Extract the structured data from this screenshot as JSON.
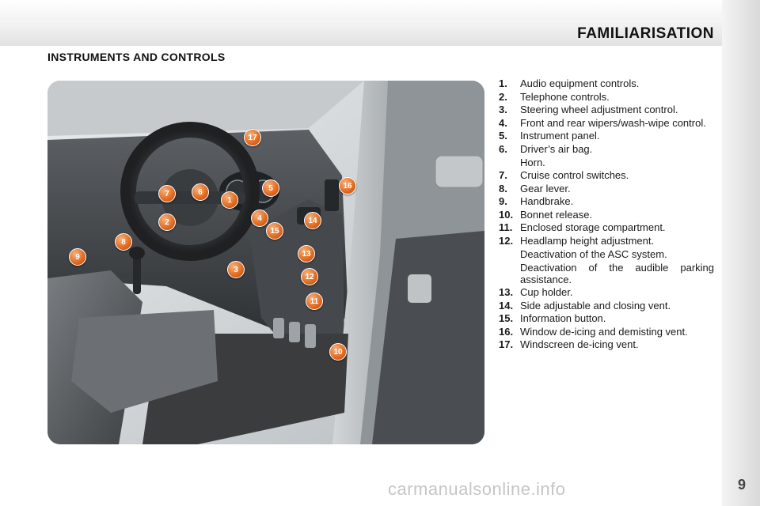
{
  "header": {
    "title": "FAMILIARISATION"
  },
  "section": {
    "title": "INSTRUMENTS AND CONTROLS"
  },
  "photo": {
    "markers": [
      {
        "label": "1"
      },
      {
        "label": "2"
      },
      {
        "label": "3"
      },
      {
        "label": "4"
      },
      {
        "label": "5"
      },
      {
        "label": "6"
      },
      {
        "label": "7"
      },
      {
        "label": "8"
      },
      {
        "label": "9"
      },
      {
        "label": "10"
      },
      {
        "label": "11"
      },
      {
        "label": "12"
      },
      {
        "label": "13"
      },
      {
        "label": "14"
      },
      {
        "label": "15"
      },
      {
        "label": "16"
      },
      {
        "label": "17"
      }
    ]
  },
  "legend": {
    "items": [
      {
        "num": "1.",
        "lines": [
          "Audio equipment controls."
        ]
      },
      {
        "num": "2.",
        "lines": [
          "Telephone controls."
        ]
      },
      {
        "num": "3.",
        "lines": [
          "Steering wheel adjustment control."
        ]
      },
      {
        "num": "4.",
        "lines": [
          "Front and rear wipers/wash-wipe control."
        ]
      },
      {
        "num": "5.",
        "lines": [
          "Instrument panel."
        ]
      },
      {
        "num": "6.",
        "lines": [
          "Driver’s air bag.",
          "Horn."
        ]
      },
      {
        "num": "7.",
        "lines": [
          "Cruise control switches."
        ]
      },
      {
        "num": "8.",
        "lines": [
          "Gear lever."
        ]
      },
      {
        "num": "9.",
        "lines": [
          "Handbrake."
        ]
      },
      {
        "num": "10.",
        "lines": [
          "Bonnet release."
        ]
      },
      {
        "num": "11.",
        "lines": [
          "Enclosed storage compartment."
        ]
      },
      {
        "num": "12.",
        "lines": [
          "Headlamp height adjustment.",
          "Deactivation of the ASC system.",
          "Deactivation of the audible parking assistance."
        ]
      },
      {
        "num": "13.",
        "lines": [
          "Cup holder."
        ]
      },
      {
        "num": "14.",
        "lines": [
          "Side adjustable and closing vent."
        ]
      },
      {
        "num": "15.",
        "lines": [
          "Information button."
        ]
      },
      {
        "num": "16.",
        "lines": [
          "Window de-icing and demisting vent."
        ]
      },
      {
        "num": "17.",
        "lines": [
          "Windscreen de-icing vent."
        ]
      }
    ]
  },
  "footer": {
    "page_number": "9",
    "watermark": "carmanualsonline.info"
  },
  "colors": {
    "marker": "#e06a1f",
    "photo_dark": "#3c3f42",
    "header_band": "#e2e2e2"
  }
}
